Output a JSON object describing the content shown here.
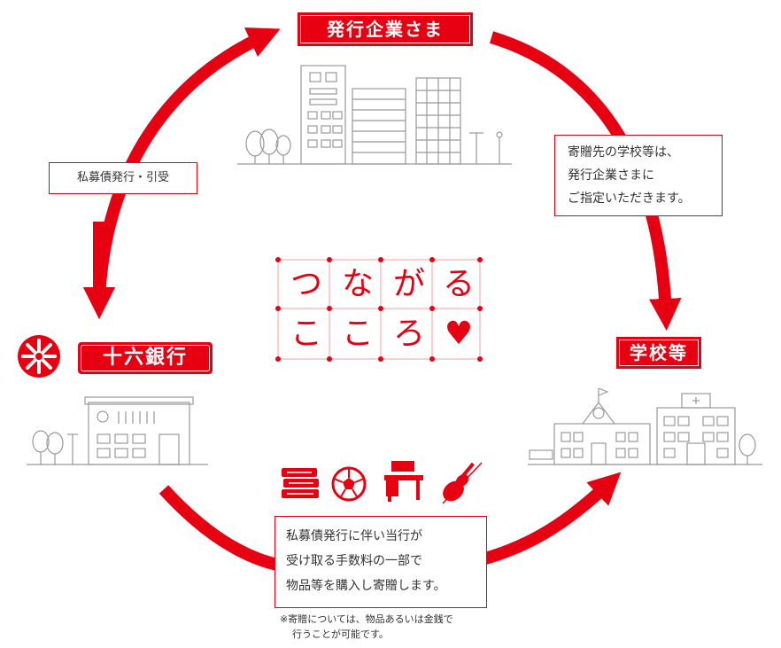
{
  "issuer": {
    "label": "発行企業さま"
  },
  "bank": {
    "name": "十六銀行"
  },
  "school": {
    "label": "学校等"
  },
  "flow_left": {
    "text": "私募債発行・引受"
  },
  "flow_right": {
    "lines": [
      "寄贈先の学校等は、",
      "発行企業さまに",
      "ご指定いただきます。"
    ]
  },
  "flow_bottom": {
    "lines": [
      "私募債発行に伴い当行が",
      "受け取る手数料の一部で",
      "物品等を購入し寄贈します。"
    ]
  },
  "footnote": {
    "lines": [
      "※寄贈については、物品あるいは金銭で",
      "行うことが可能です。"
    ]
  },
  "center": {
    "chars": [
      "つ",
      "な",
      "が",
      "る",
      "こ",
      "こ",
      "ろ"
    ],
    "heart": "♥"
  },
  "items": [
    "books-icon",
    "soccer-ball-icon",
    "desk-icon",
    "violin-icon"
  ],
  "colors": {
    "accent": "#e60012",
    "line": "#aaaaaa"
  }
}
